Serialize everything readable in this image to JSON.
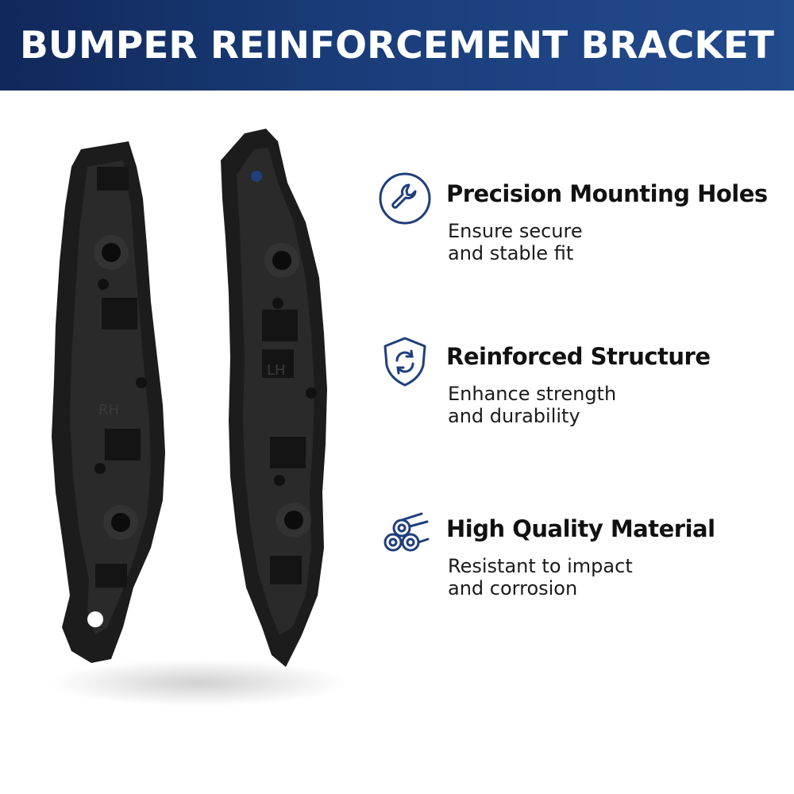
{
  "banner": {
    "title": "BUMPER REINFORCEMENT BRACKET",
    "background": "#1a3d7a",
    "text_color": "#ffffff"
  },
  "product": {
    "left_bracket_marking": "RH",
    "right_bracket_marking": "LH",
    "color": "#1c1c1c"
  },
  "features": [
    {
      "icon": "wrench-icon",
      "title": "Precision Mounting Holes",
      "desc_line1": "Ensure secure",
      "desc_line2": "and stable fit"
    },
    {
      "icon": "shield-refresh-icon",
      "title": "Reinforced Structure",
      "desc_line1": "Enhance strength",
      "desc_line2": "and durability"
    },
    {
      "icon": "material-rolls-icon",
      "title": "High Quality Material",
      "desc_line1": "Resistant to impact",
      "desc_line2": "and corrosion"
    }
  ],
  "accent_color": "#1f3f7c"
}
